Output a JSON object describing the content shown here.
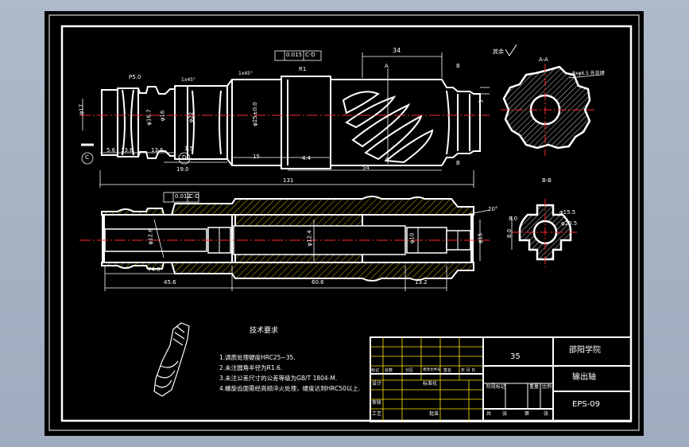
{
  "sheet": {
    "colors": {
      "background": "#000000",
      "line": "#ffffff",
      "center": "#ff2a2a",
      "yellow": "#ffe600",
      "viewport": "#a8b4c6"
    }
  },
  "dimensions": {
    "top_34": "34",
    "phi17": "φ17",
    "p50": "P5.0",
    "phi167": "φ16.7",
    "phi16": "φ16",
    "chamfer1": "1x45°",
    "chamfer2": "1x45°",
    "tol1": "0.015",
    "tolref1": "C-D",
    "r1": "R1",
    "phi25": "φ25±0.0",
    "phi22": "φ22",
    "d56": "5.6",
    "d136a": "13.6",
    "d136b": "13.6",
    "d15a": "1.5",
    "d190": "19.0",
    "d15b": "15",
    "d44": "4.4",
    "d54": "54",
    "d131": "131",
    "d3": "3",
    "sec_aa": "A-A",
    "sec_bb": "B-B",
    "label_a1": "A",
    "label_a2": "A",
    "label_b1": "B",
    "label_b2": "B",
    "label_c": "C",
    "label_d": "D",
    "tol2": "0.012",
    "tolref2": "C-D",
    "d740": "74.0",
    "d456": "45.6",
    "d606": "60.6",
    "d132": "13.2",
    "phi124": "φ12.4",
    "phi155": "φ15.5",
    "phi205": "φ20.5",
    "d80a": "8.0",
    "d80b": "8.0",
    "deg20": "20°",
    "phi15": "φ15",
    "phi10": "φ10",
    "phi126": "φ12.6",
    "rough_label": "其余",
    "spline_note": "8xφ6.5 外花键"
  },
  "tech": {
    "title": "技术要求",
    "lines": [
      "1.调质处理硬度HRC25~35.",
      "2.未注圆角半径为R1.6.",
      "3.未注公差尺寸的公差等级为GB/T 1804-M.",
      "4.螺旋齿面需经高频淬火处理，硬度达到HRC50以上."
    ]
  },
  "titleblock": {
    "material": "35",
    "school": "邵阳学院",
    "part_name": "输出轴",
    "drawing_no": "EPS-09",
    "hdr": [
      "标记",
      "处数",
      "分区",
      "更改文件号",
      "签名",
      "年 月 日"
    ],
    "rows_left": [
      "设计",
      "审核",
      "工艺"
    ],
    "std": "标准化",
    "approve": "批准",
    "stage": "阶段标记",
    "weight": "重量",
    "scale": "比例",
    "sheets": [
      "共",
      "张",
      "第",
      "张"
    ]
  }
}
